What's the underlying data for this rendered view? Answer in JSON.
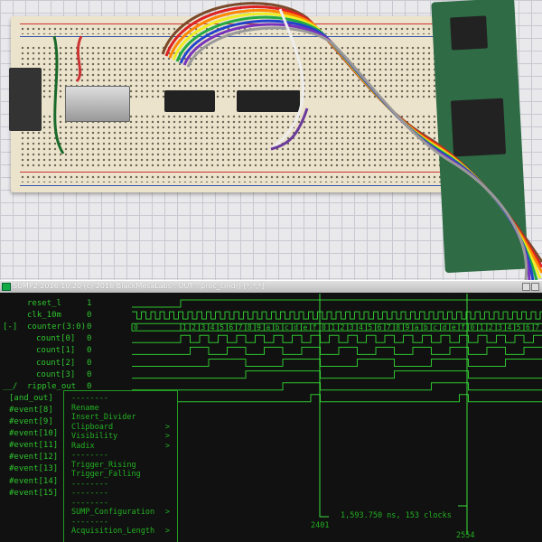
{
  "window": {
    "title": "SUMP2 2016.10.20 (c) 2016 BlackMesaLabs : UUT : proc_cmd() [*,*,*]"
  },
  "signals": [
    {
      "name": "reset_l",
      "value": "1"
    },
    {
      "name": "clk_10m",
      "value": "0"
    },
    {
      "name": "counter(3:0)",
      "value": "0",
      "prefix": "[-]"
    },
    {
      "name": "count[0]",
      "value": "0"
    },
    {
      "name": "count[1]",
      "value": "0"
    },
    {
      "name": "count[2]",
      "value": "0"
    },
    {
      "name": "count[3]",
      "value": "0"
    },
    {
      "name": "ripple_out",
      "value": "0",
      "prefix": "__/"
    },
    {
      "name": "[and_out]",
      "value": ""
    },
    {
      "name": "#event[8]",
      "value": ""
    },
    {
      "name": "#event[9]",
      "value": ""
    },
    {
      "name": "#event[10]",
      "value": ""
    },
    {
      "name": "#event[11]",
      "value": ""
    },
    {
      "name": "#event[12]",
      "value": ""
    },
    {
      "name": "#event[13]",
      "value": ""
    },
    {
      "name": "#event[14]",
      "value": ""
    },
    {
      "name": "#event[15]",
      "value": ""
    }
  ],
  "counter_hex": [
    "0",
    "1",
    "2",
    "3",
    "4",
    "5",
    "6",
    "7",
    "8",
    "9",
    "a",
    "b",
    "c",
    "d",
    "e",
    "f"
  ],
  "context_menu": [
    {
      "label": "--------"
    },
    {
      "label": "Rename"
    },
    {
      "label": "Insert_Divider"
    },
    {
      "label": "Clipboard",
      "arrow": ">"
    },
    {
      "label": "Visibility",
      "arrow": ">"
    },
    {
      "label": "Radix",
      "arrow": ">"
    },
    {
      "label": "--------"
    },
    {
      "label": "Trigger_Rising"
    },
    {
      "label": "Trigger_Falling"
    },
    {
      "label": "--------"
    },
    {
      "label": "--------"
    },
    {
      "label": "--------"
    },
    {
      "label": "SUMP_Configuration",
      "arrow": ">"
    },
    {
      "label": "--------"
    },
    {
      "label": "Acquisition_Length",
      "arrow": ">"
    }
  ],
  "cursors": {
    "a": "2401",
    "b": "2554",
    "measurement": "1,593.750 ns, 153 clocks"
  },
  "colors": {
    "trace": "#2ec42e",
    "cursor": "#3be03b",
    "background": "#111111"
  }
}
